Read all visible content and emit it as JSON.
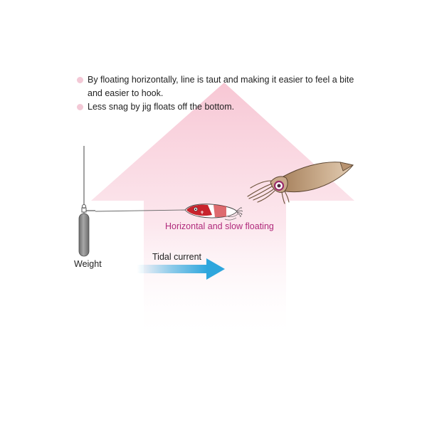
{
  "bullets": [
    {
      "text": "By floating horizontally, line is taut and making it easier to feel a bite and easier to hook."
    },
    {
      "text": "Less snag by jig floats off the bottom."
    }
  ],
  "labels": {
    "floating": "Horizontal and slow floating",
    "weight": "Weight",
    "current": "Tidal current"
  },
  "icons": {
    "background": "up-arrow-shape",
    "current": "right-arrow-icon",
    "jig": "squid-jig-icon",
    "squid": "squid-icon",
    "weight": "sinker-weight-icon"
  },
  "colors": {
    "bullet_dot": "#f3c9d6",
    "big_arrow": "#f7c4d2",
    "float_label": "#b0297b",
    "current_arrow": "#2ea6dd",
    "squid_body": "#c7a88a",
    "weight": "#8a8a8a",
    "jig_red": "#c8232c"
  }
}
